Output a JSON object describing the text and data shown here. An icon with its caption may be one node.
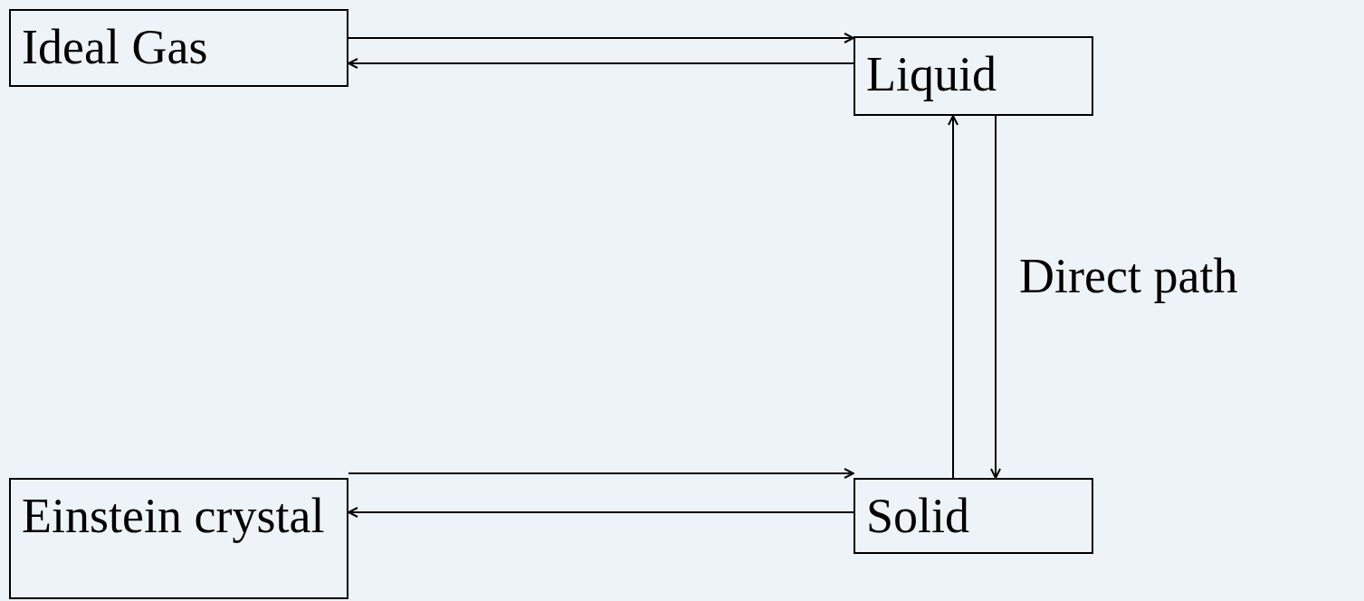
{
  "diagram": {
    "nodes": [
      {
        "text": [
          "Ideal Gas"
        ]
      },
      {
        "text": [
          "Liquid"
        ]
      },
      {
        "text": [
          "Einstein crystal"
        ]
      },
      {
        "text": [
          "Solid"
        ]
      }
    ],
    "edges": [
      {
        "from": 0,
        "to": 1,
        "arrow": "to"
      },
      {
        "from": 1,
        "to": 0,
        "arrow": "to"
      },
      {
        "from": 3,
        "to": 1,
        "arrow": "to"
      },
      {
        "from": 1,
        "to": 3,
        "arrow": "to",
        "label": "Direct path"
      },
      {
        "from": 2,
        "to": 3,
        "arrow": "to"
      },
      {
        "from": 3,
        "to": 2,
        "arrow": "to"
      }
    ]
  }
}
